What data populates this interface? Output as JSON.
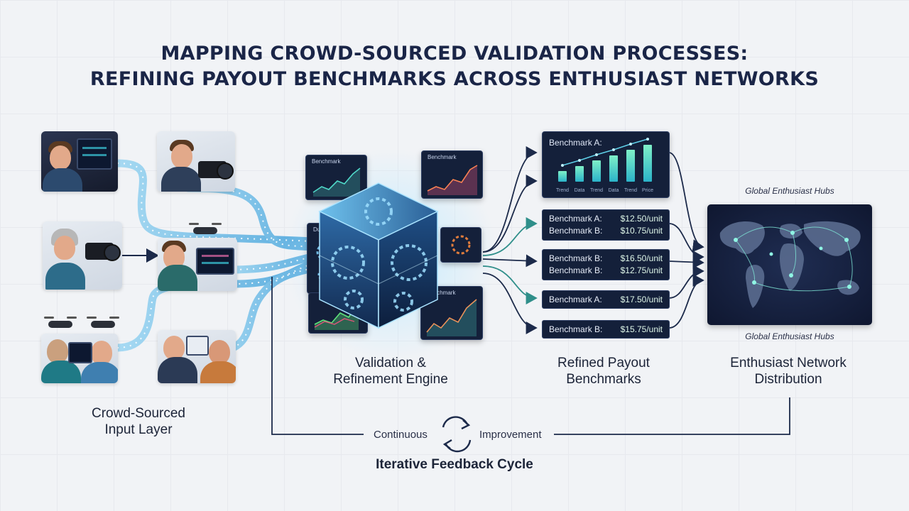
{
  "title": {
    "line1": "MAPPING CROWD-SOURCED VALIDATION PROCESSES:",
    "line2": "REFINING PAYOUT BENCHMARKS ACROSS ENTHUSIAST NETWORKS"
  },
  "sections": {
    "input_layer": {
      "line1": "Crowd-Sourced",
      "line2": "Input Layer"
    },
    "engine": {
      "line1": "Validation &",
      "line2": "Refinement Engine"
    },
    "benchmarks": {
      "line1": "Refined Payout",
      "line2": "Benchmarks"
    },
    "network": {
      "line1": "Enthusiast Network",
      "line2": "Distribution"
    }
  },
  "engine_cards": {
    "top_left": "Benchmark",
    "top_right": "Benchmark",
    "side_left": "Dual Trend",
    "bottom_right": "Benchmark"
  },
  "benchmark_chart": {
    "title": "Benchmark A:",
    "x_labels": [
      "Trend",
      "Data",
      "Trend",
      "Data",
      "Trend",
      "Price"
    ],
    "values": [
      2,
      3,
      4,
      5,
      6,
      7
    ]
  },
  "benchmark_rows": [
    {
      "lines": [
        {
          "label": "Benchmark A:",
          "value": "$12.50/unit"
        },
        {
          "label": "Benchmark B:",
          "value": "$10.75/unit"
        }
      ]
    },
    {
      "lines": [
        {
          "label": "Benchmark B:",
          "value": "$16.50/unit"
        },
        {
          "label": "Benchmark B:",
          "value": "$12.75/unit"
        }
      ]
    },
    {
      "lines": [
        {
          "label": "Benchmark A:",
          "value": "$17.50/unit"
        }
      ]
    },
    {
      "lines": [
        {
          "label": "Benchmark B:",
          "value": "$15.75/unit"
        }
      ]
    }
  ],
  "map": {
    "label_top": "Global Enthusiast Hubs",
    "label_bottom": "Global Enthusiast Hubs"
  },
  "cycle": {
    "left": "Continuous",
    "right": "Improvement",
    "caption": "Iterative Feedback Cycle"
  },
  "colors": {
    "title": "#1a2547",
    "flow": "#5fb8e6",
    "card_bg": "#14203a",
    "accent_green": "#5fe3b0",
    "connector": "#1c2a4a"
  },
  "icons": [
    "gear-icon",
    "refresh-cycle-icon",
    "drone-icon",
    "camera-icon",
    "world-map-icon"
  ]
}
